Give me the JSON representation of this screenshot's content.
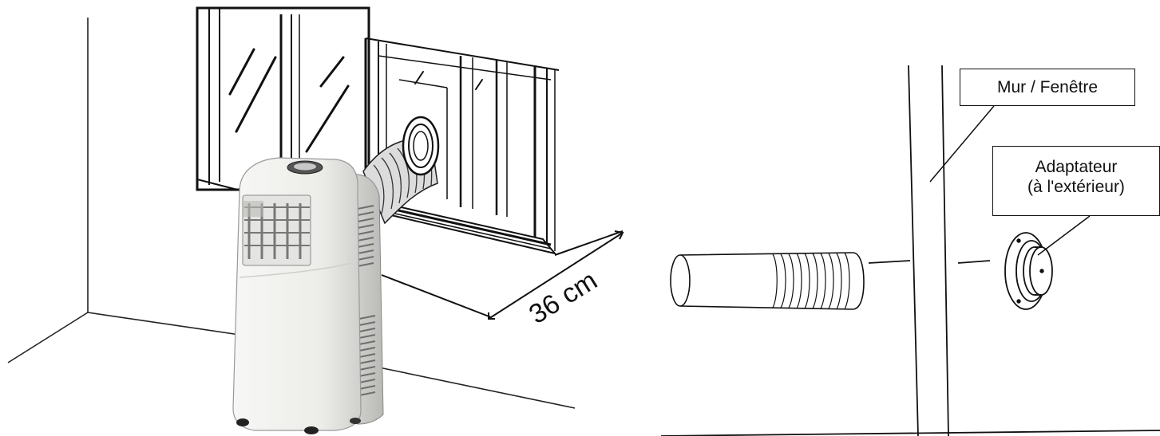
{
  "dimension_label": "36 cm",
  "labels": {
    "wall_window": "Mur / Fenêtre",
    "adapter_line1": "Adaptateur",
    "adapter_line2": "(à l'extérieur)"
  },
  "colors": {
    "line": "#111111",
    "unit_body": "#eeeeec",
    "unit_shadow": "#c9c9c7",
    "background": "#ffffff"
  }
}
